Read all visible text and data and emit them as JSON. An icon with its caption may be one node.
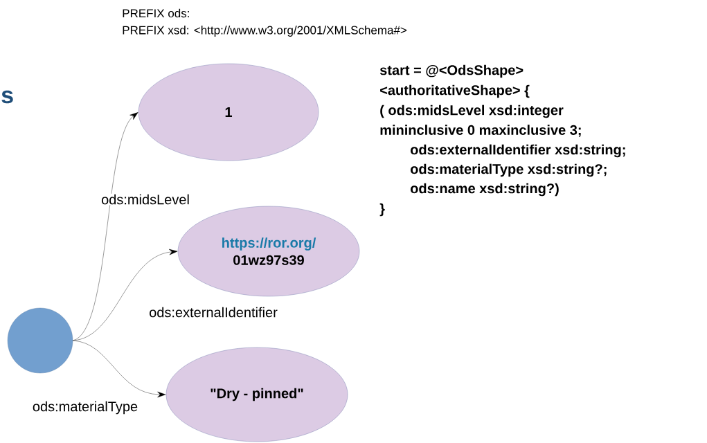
{
  "diagram": {
    "nodes": [
      {
        "text": [],
        "shape": "circle"
      },
      {
        "text": [
          "1"
        ]
      },
      {
        "text": [
          "https://ror.org/",
          "01wz97s39"
        ]
      },
      {
        "text": [
          "\"Dry - pinned\""
        ]
      }
    ],
    "edges": [
      {
        "from": 0,
        "to": 1,
        "arrow": "to",
        "label": "ods:midsLevel"
      },
      {
        "from": 0,
        "to": 2,
        "arrow": "to",
        "label": "ods:externalIdentifier"
      },
      {
        "from": 0,
        "to": 3,
        "arrow": "to",
        "label": "ods:materialType"
      }
    ],
    "labels": [
      "PREFIX ods:",
      "PREFIX xsd: <http://www.w3.org/2001/XMLSchema#>",
      "s",
      "start = @<OdsShape>",
      "<authoritativeShape> {",
      "( ods:midsLevel xsd:integer",
      "mininclusive 0 maxinclusive 3;",
      "ods:externalIdentifier xsd:string;",
      "ods:materialType xsd:string?;",
      "ods:name xsd:string?)",
      "}"
    ]
  }
}
